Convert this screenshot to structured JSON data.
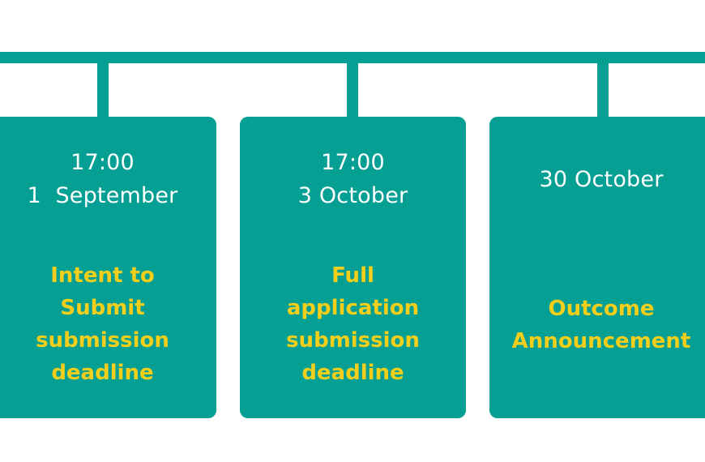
{
  "colors": {
    "accent": "#069f94",
    "highlight": "#f3cf1b",
    "text": "#ffffff",
    "background": "#ffffff"
  },
  "timeline": {
    "steps": [
      {
        "date_lines": [
          "17:00",
          "1  September"
        ],
        "event_lines": [
          "Intent to",
          "Submit",
          "submission",
          "deadline"
        ]
      },
      {
        "date_lines": [
          "17:00",
          "3 October"
        ],
        "event_lines": [
          "Full",
          "application",
          "submission",
          "deadline"
        ]
      },
      {
        "date_lines": [
          "30 October"
        ],
        "event_lines": [
          "Outcome",
          "Announcement"
        ]
      }
    ]
  }
}
